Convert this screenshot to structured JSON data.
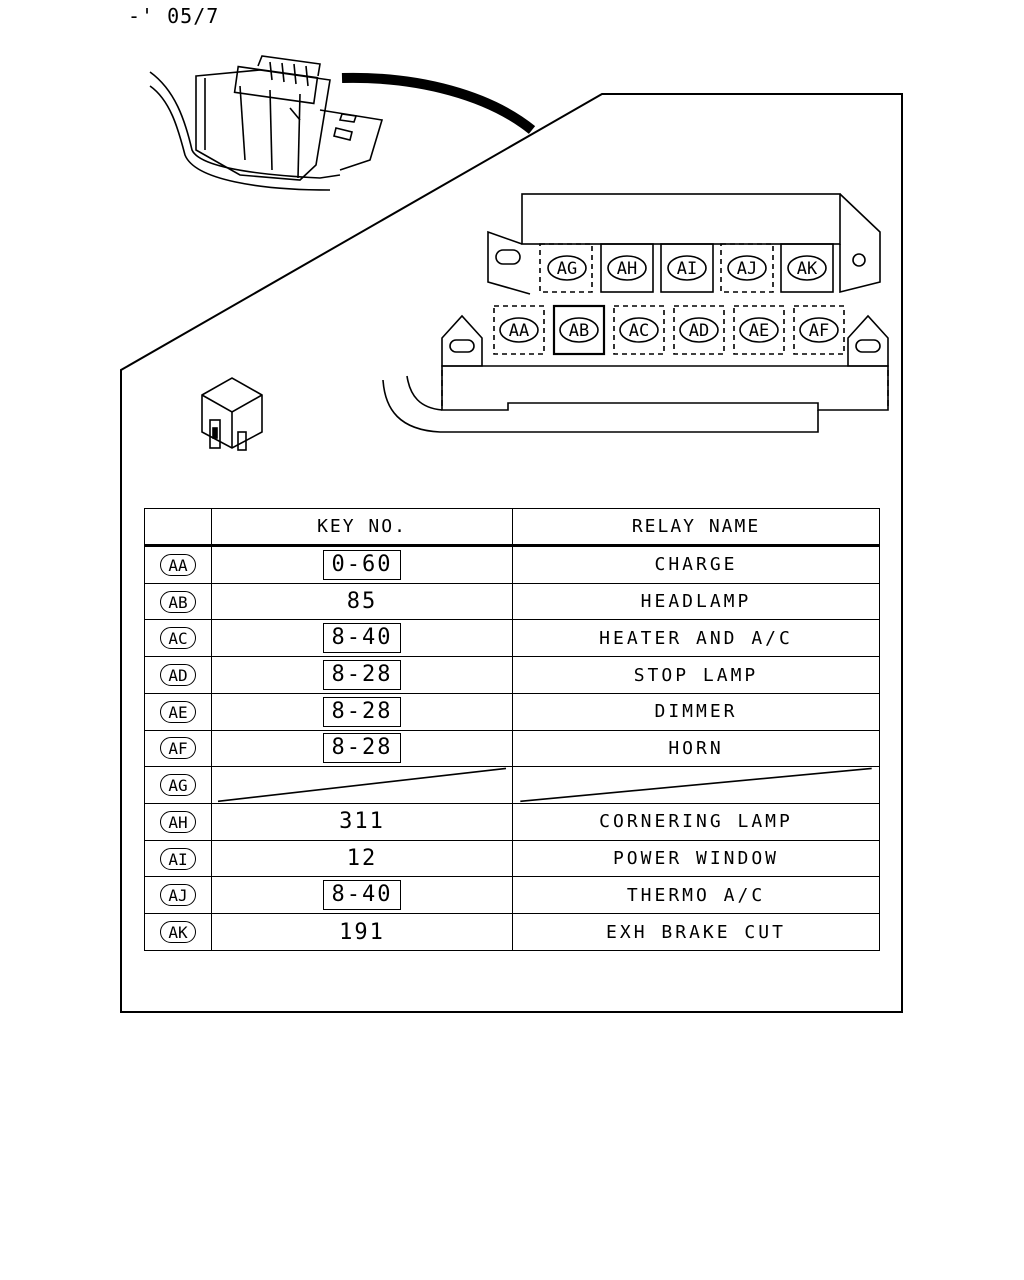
{
  "doc_code": "-' 05/7",
  "relay_block": {
    "upper_row": [
      "AG",
      "AH",
      "AI",
      "AJ",
      "AK"
    ],
    "lower_row": [
      "AA",
      "AB",
      "AC",
      "AD",
      "AE",
      "AF"
    ]
  },
  "table": {
    "headers": {
      "code": "",
      "key": "KEY NO.",
      "name": "RELAY NAME"
    },
    "rows": [
      {
        "code": "AA",
        "key": "0-60",
        "boxed": true,
        "name": "CHARGE"
      },
      {
        "code": "AB",
        "key": "85",
        "boxed": false,
        "name": "HEADLAMP"
      },
      {
        "code": "AC",
        "key": "8-40",
        "boxed": true,
        "name": "HEATER AND A/C"
      },
      {
        "code": "AD",
        "key": "8-28",
        "boxed": true,
        "name": "STOP LAMP"
      },
      {
        "code": "AE",
        "key": "8-28",
        "boxed": true,
        "name": "DIMMER"
      },
      {
        "code": "AF",
        "key": "8-28",
        "boxed": true,
        "name": "HORN"
      },
      {
        "code": "AG",
        "key": "",
        "boxed": false,
        "name": "",
        "blank": true
      },
      {
        "code": "AH",
        "key": "311",
        "boxed": false,
        "name": "CORNERING LAMP"
      },
      {
        "code": "AI",
        "key": "12",
        "boxed": false,
        "name": "POWER WINDOW"
      },
      {
        "code": "AJ",
        "key": "8-40",
        "boxed": true,
        "name": "THERMO A/C"
      },
      {
        "code": "AK",
        "key": "191",
        "boxed": false,
        "name": "EXH BRAKE CUT"
      }
    ]
  }
}
